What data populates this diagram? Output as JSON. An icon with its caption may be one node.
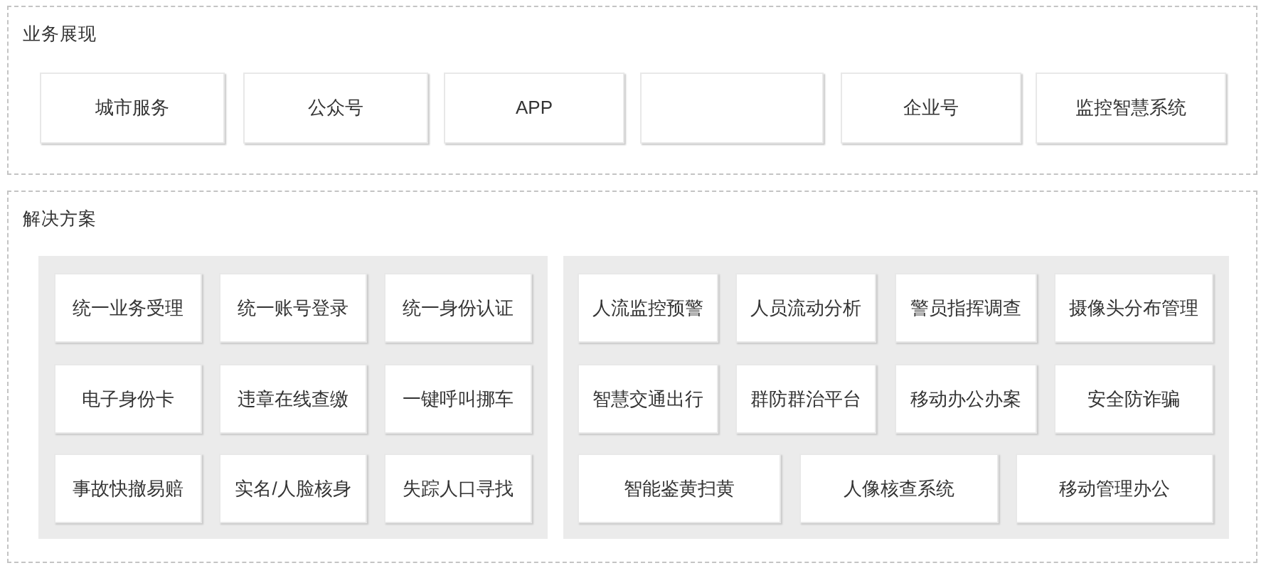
{
  "diagram": {
    "nodes": [
      {
        "text": [
          "业务展现"
        ]
      },
      {
        "text": [
          "城市服务"
        ],
        "in": 0
      },
      {
        "text": [
          "公众号"
        ],
        "in": 0
      },
      {
        "text": [
          "APP"
        ],
        "in": 0
      },
      {
        "text": [],
        "shape": "box",
        "in": 0
      },
      {
        "text": [
          "企业号"
        ],
        "in": 0
      },
      {
        "text": [
          "监控智慧系统"
        ],
        "in": 0
      },
      {
        "text": [
          "解决方案"
        ]
      },
      {
        "text": [],
        "shape": "box",
        "in": 7
      },
      {
        "text": [],
        "shape": "box",
        "in": 7
      },
      {
        "text": [
          "统一业务受理"
        ],
        "in": 8
      },
      {
        "text": [
          "统一账号登录"
        ],
        "in": 8
      },
      {
        "text": [
          "统一身份认证"
        ],
        "in": 8
      },
      {
        "text": [
          "电子身份卡"
        ],
        "in": 8
      },
      {
        "text": [
          "违章在线查缴"
        ],
        "in": 8
      },
      {
        "text": [
          "一键呼叫挪车"
        ],
        "in": 8
      },
      {
        "text": [
          "事故快撤易赔"
        ],
        "in": 8
      },
      {
        "text": [
          "实名/人脸核身"
        ],
        "in": 8
      },
      {
        "text": [
          "失踪人口寻找"
        ],
        "in": 8
      },
      {
        "text": [
          "人流监控预警"
        ],
        "in": 9
      },
      {
        "text": [
          "人员流动分析"
        ],
        "in": 9
      },
      {
        "text": [
          "警员指挥调查"
        ],
        "in": 9
      },
      {
        "text": [
          "摄像头分布管理"
        ],
        "in": 9
      },
      {
        "text": [
          "智慧交通出行"
        ],
        "in": 9
      },
      {
        "text": [
          "群防群治平台"
        ],
        "in": 9
      },
      {
        "text": [
          "移动办公办案"
        ],
        "in": 9
      },
      {
        "text": [
          "安全防诈骗"
        ],
        "in": 9
      },
      {
        "text": [
          "智能鉴黄扫黄"
        ],
        "in": 9
      },
      {
        "text": [
          "人像核查系统"
        ],
        "in": 9
      },
      {
        "text": [
          "移动管理办公"
        ],
        "in": 9
      }
    ]
  }
}
